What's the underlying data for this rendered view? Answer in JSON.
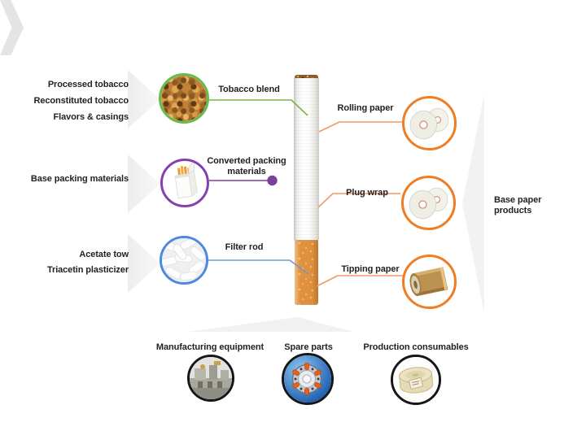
{
  "rows": [
    {
      "inputs": [
        "Processed tobacco",
        "Reconstituted tobacco",
        "Flavors & casings"
      ],
      "material": "Tobacco blend",
      "ring_color": "#66bb4a",
      "line_color": "#7cb342"
    },
    {
      "inputs": [
        "Base packing materials"
      ],
      "material": "Converted packing materials",
      "ring_color": "#8540b0",
      "line_color": "#7d3f98"
    },
    {
      "inputs": [
        "Acetate tow",
        "Triacetin plasticizer"
      ],
      "material": "Filter rod",
      "ring_color": "#4f86e0",
      "line_color": "#7096d8"
    }
  ],
  "papers": {
    "items": [
      "Rolling paper",
      "Plug wrap",
      "Tipping paper"
    ],
    "source": "Base paper products",
    "ring_color": "#ee7d24",
    "line_color": "#f29a63"
  },
  "bottom": {
    "items": [
      "Manufacturing equipment",
      "Spare parts",
      "Production consumables"
    ],
    "ring_color": "#161616"
  }
}
